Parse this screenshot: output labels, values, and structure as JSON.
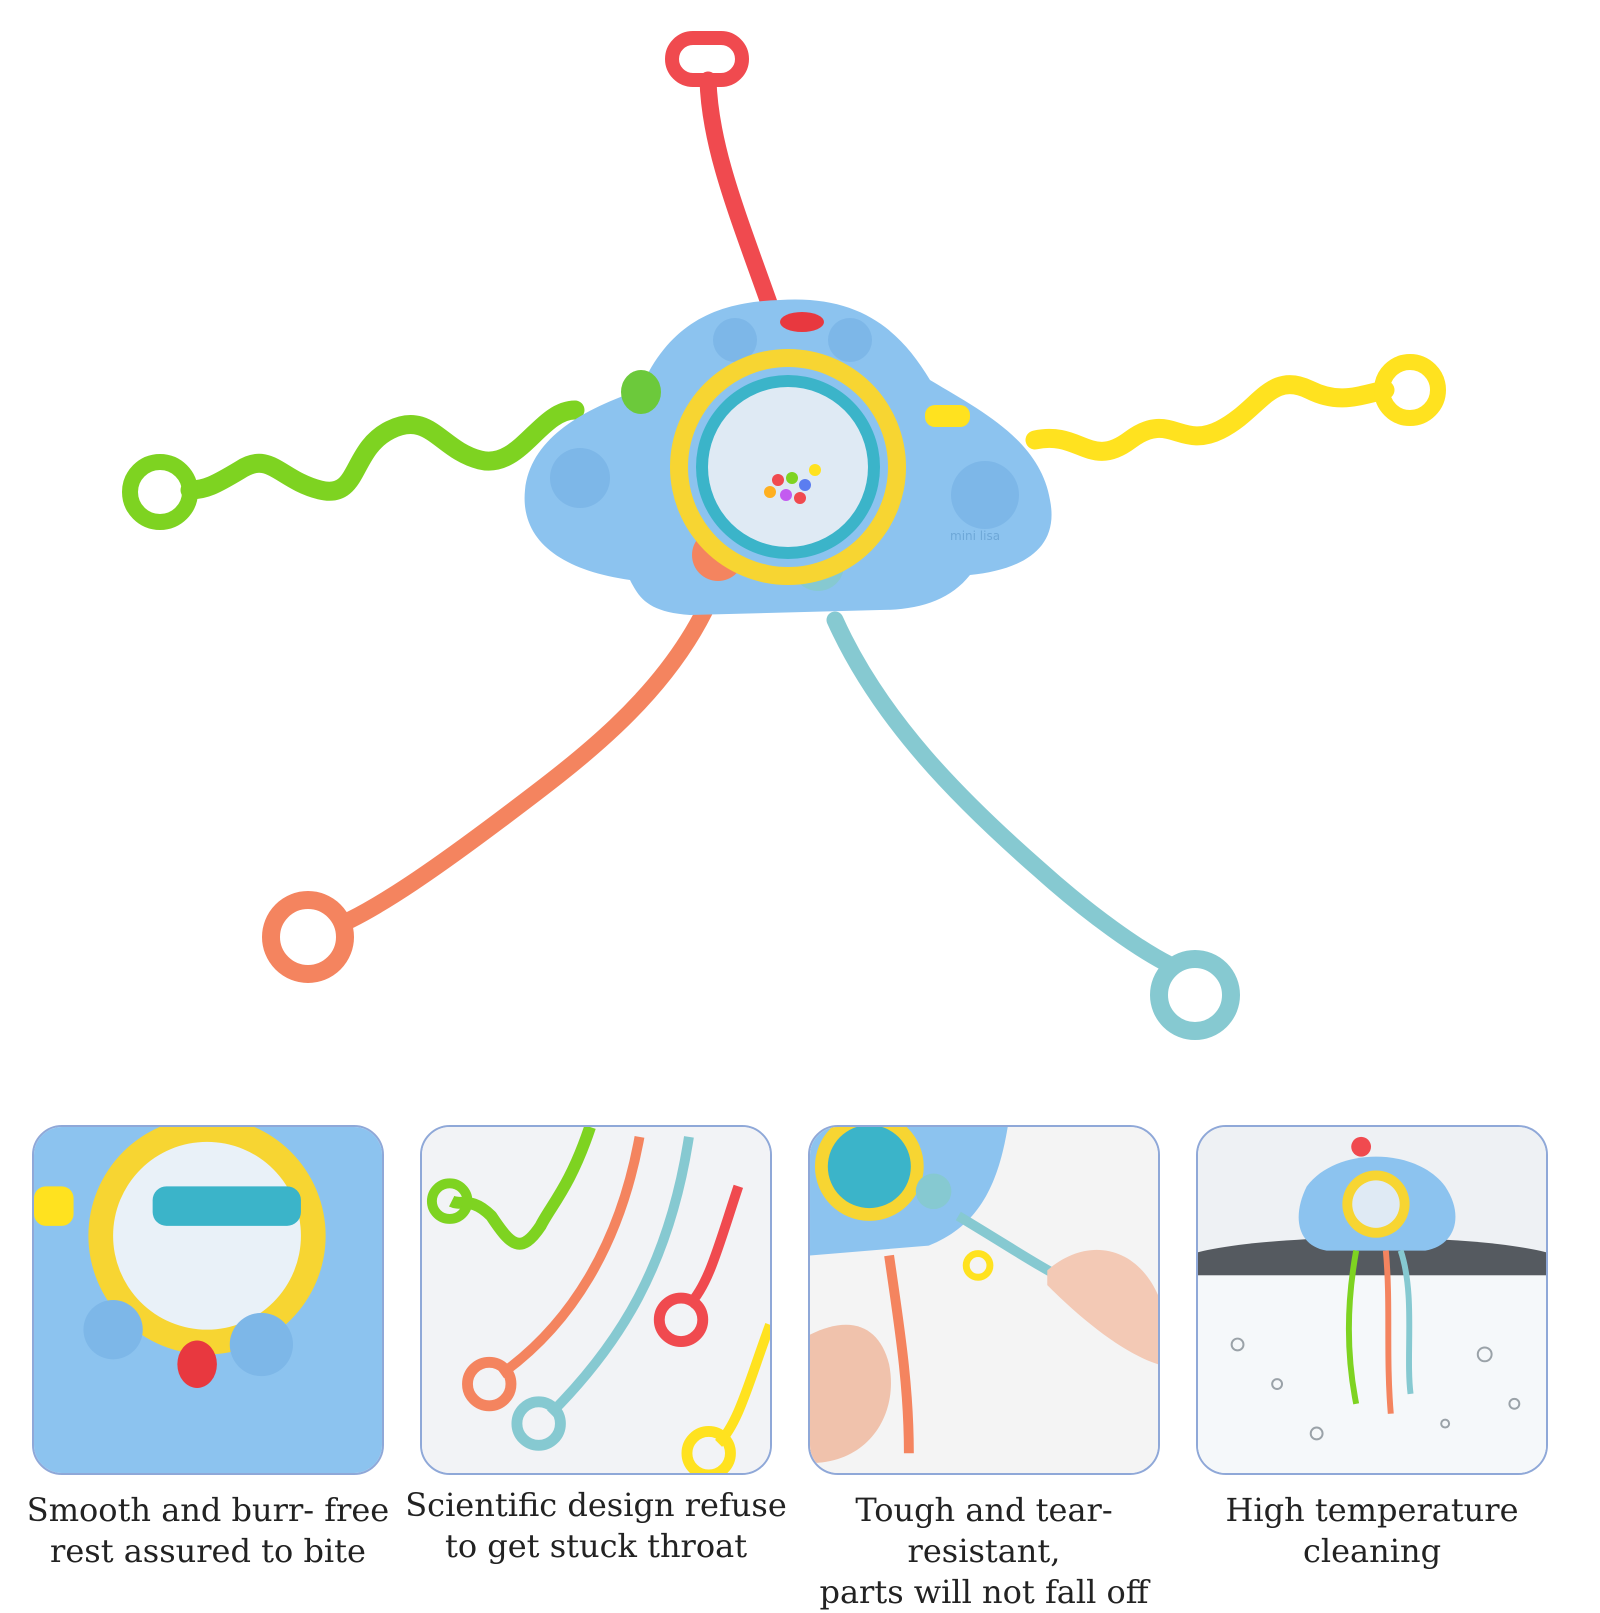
{
  "product": {
    "brand_mark": "mini lisa"
  },
  "features": [
    {
      "line1": "Smooth and burr- free",
      "line2": "rest assured to bite"
    },
    {
      "line1": "Scientific design refuse",
      "line2": "to get stuck throat"
    },
    {
      "line1": "Tough and tear-resistant,",
      "line2": "parts will not fall off"
    },
    {
      "line1": "High temperature",
      "line2": "cleaning"
    }
  ],
  "colors": {
    "body_blue": "#8cc3ef",
    "ring_yellow": "#f7d532",
    "cord_red": "#f04a4f",
    "cord_green": "#7ed321",
    "cord_yellow": "#ffe21f",
    "cord_orange": "#f4845f",
    "cord_teal": "#86c9d1",
    "panel_border": "#8fa8d8"
  }
}
